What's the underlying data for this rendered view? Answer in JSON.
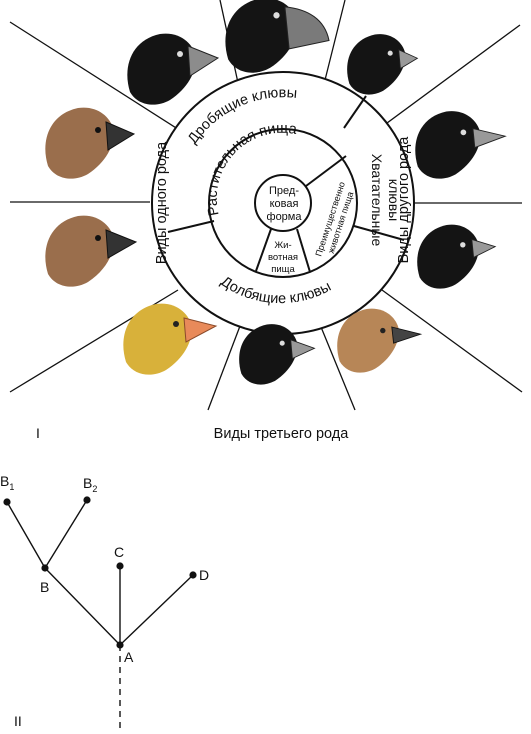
{
  "part_one": {
    "label": "I",
    "center": {
      "line1": "Пред-",
      "line2": "ковая",
      "line3": "форма"
    },
    "ring_inner": {
      "plant_food": "Растительная пища",
      "animal_food_line1": "Жи-",
      "animal_food_line2": "вотная",
      "animal_food_line3": "пища",
      "mainly_animal_line1": "Преимущественно",
      "mainly_animal_line2": "животная пища"
    },
    "ring_outer": {
      "crushing_beaks": "Дробящие клювы",
      "pecking_beaks": "Долбящие клювы",
      "grasping_beaks_line1": "Хватательные",
      "grasping_beaks_line2": "клювы"
    },
    "species_labels": {
      "one_genus": "Виды одного рода",
      "another_genus": "Виды другого рода",
      "third_genus": "Виды третьего рода"
    },
    "colors": {
      "black_finch": "#141414",
      "brown_finch": "#9a6e4c",
      "yellow_finch": "#d8b13a",
      "beak_orange": "#e88a5a",
      "tan_finch": "#b78657"
    }
  },
  "part_two": {
    "label": "II",
    "nodes": {
      "a": "A",
      "b": "B",
      "b1": "B",
      "b1_sub": "1",
      "b2": "B",
      "b2_sub": "2",
      "c": "C",
      "d": "D"
    }
  }
}
